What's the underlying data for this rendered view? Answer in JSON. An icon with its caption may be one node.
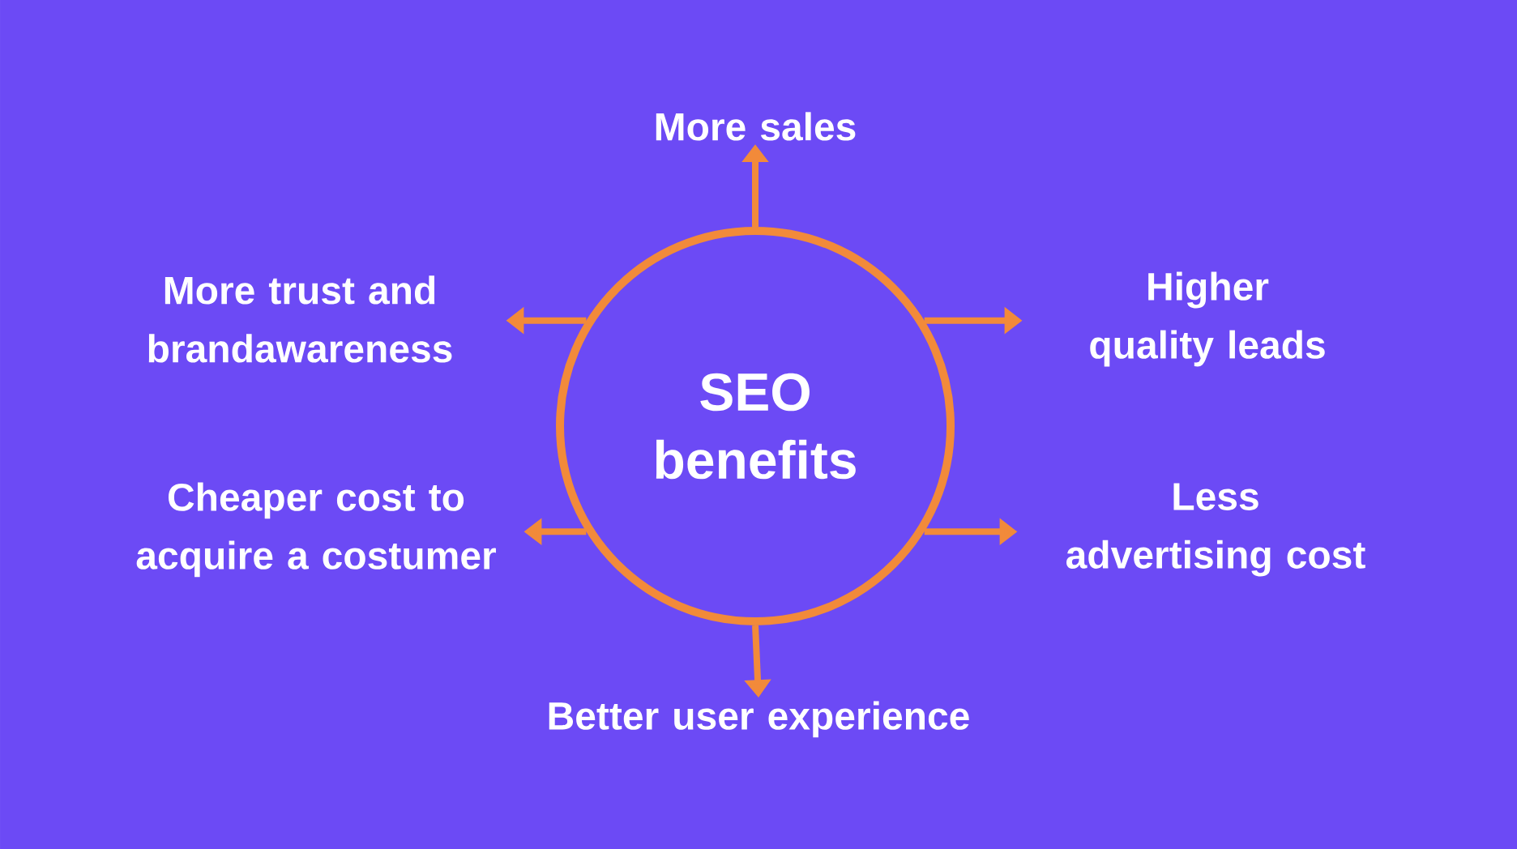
{
  "diagram": {
    "nodes": [
      {
        "text": [
          "SEO benefits"
        ]
      },
      {
        "text": [
          "More sales"
        ]
      },
      {
        "text": [
          "More trust and brandawareness"
        ]
      },
      {
        "text": [
          "Higher quality leads"
        ]
      },
      {
        "text": [
          "Cheaper cost to acquire a costumer"
        ]
      },
      {
        "text": [
          "Less advertising cost"
        ]
      },
      {
        "text": [
          "Better user experience"
        ]
      }
    ],
    "edges": [
      {
        "from": 0,
        "to": 1,
        "arrow": "to"
      },
      {
        "from": 0,
        "to": 2,
        "arrow": "to"
      },
      {
        "from": 0,
        "to": 3,
        "arrow": "to"
      },
      {
        "from": 0,
        "to": 4,
        "arrow": "to"
      },
      {
        "from": 0,
        "to": 5,
        "arrow": "to"
      },
      {
        "from": 0,
        "to": 6,
        "arrow": "to"
      }
    ]
  }
}
